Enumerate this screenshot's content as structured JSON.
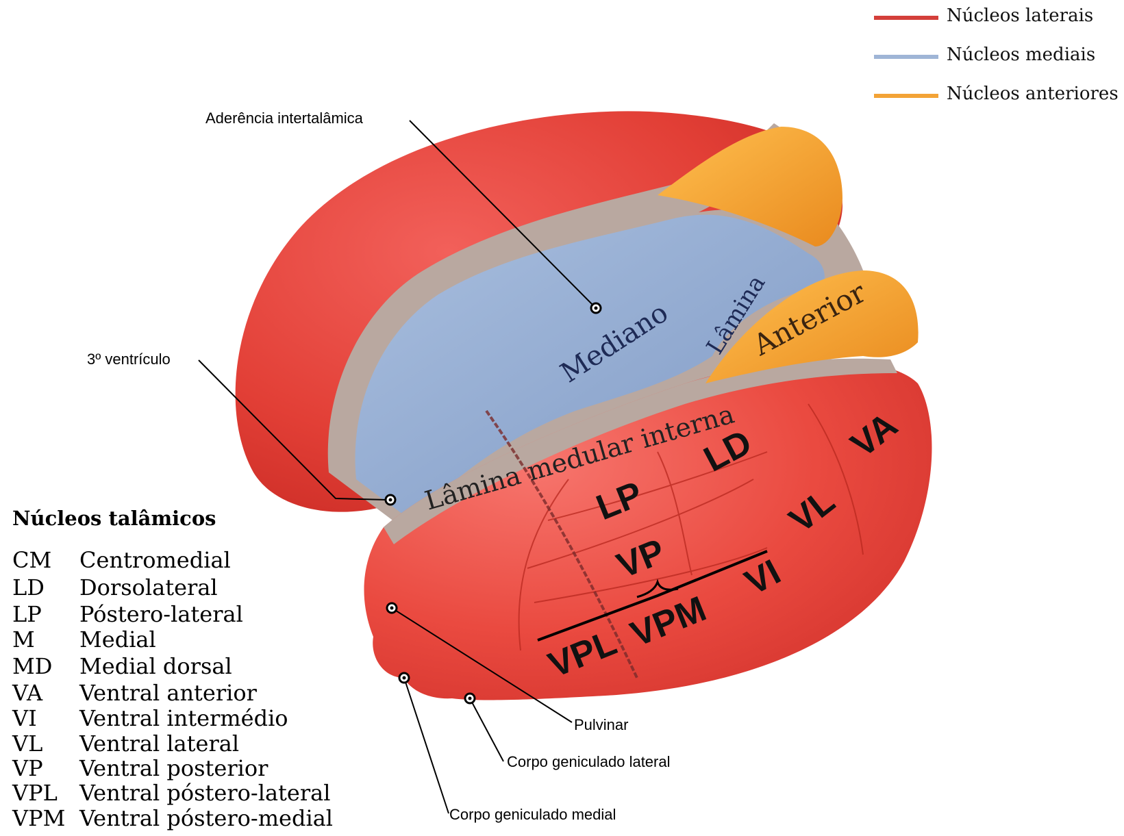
{
  "legend": [
    {
      "label": "Núcleos laterais",
      "color": "#d43f3a"
    },
    {
      "label": "Núcleos mediais",
      "color": "#9fb5d6"
    },
    {
      "label": "Núcleos anteriores",
      "color": "#f3a336"
    }
  ],
  "callouts": {
    "aderencia": "Aderência intertalâmica",
    "ventriculo": "3º ventrículo",
    "pulvinar": "Pulvinar",
    "geniculado_lateral": "Corpo geniculado lateral",
    "geniculado_medial": "Corpo geniculado medial"
  },
  "regions": {
    "mediano": "Mediano",
    "lamina": "Lâmina",
    "anterior": "Anterior",
    "lamina_medular": "Lâmina medular interna",
    "ld": "LD",
    "lp": "LP",
    "va": "VA",
    "vl": "VL",
    "vp": "VP",
    "vi": "VI",
    "vpl": "VPL",
    "vpm": "VPM"
  },
  "key": {
    "title": "Núcleos talâmicos",
    "items": [
      {
        "abbr": "CM",
        "name": "Centromedial"
      },
      {
        "abbr": "LD",
        "name": "Dorsolateral"
      },
      {
        "abbr": "LP",
        "name": "Póstero-lateral"
      },
      {
        "abbr": "M",
        "name": "Medial"
      },
      {
        "abbr": "MD",
        "name": "Medial dorsal"
      },
      {
        "abbr": "VA",
        "name": "Ventral anterior"
      },
      {
        "abbr": "VI",
        "name": "Ventral intermédio"
      },
      {
        "abbr": "VL",
        "name": "Ventral lateral"
      },
      {
        "abbr": "VP",
        "name": "Ventral posterior"
      },
      {
        "abbr": "VPL",
        "name": "Ventral póstero-lateral"
      },
      {
        "abbr": "VPM",
        "name": "Ventral póstero-medial"
      }
    ]
  }
}
